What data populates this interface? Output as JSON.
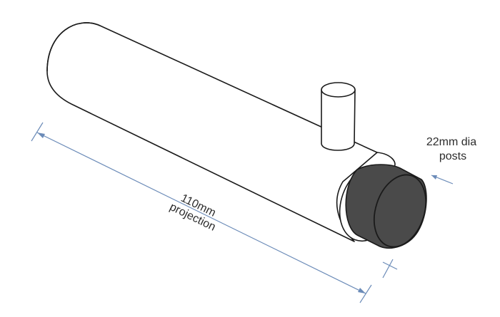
{
  "diagram": {
    "length_label": {
      "value": "110mm",
      "description": "projection"
    },
    "diameter_label": {
      "value": "22mm dia",
      "description": "posts"
    },
    "colors": {
      "outline": "#1a1a1a",
      "body_fill": "#ffffff",
      "cap_fill": "#4a4a4a",
      "dimension_line": "#6b8bb8"
    }
  }
}
